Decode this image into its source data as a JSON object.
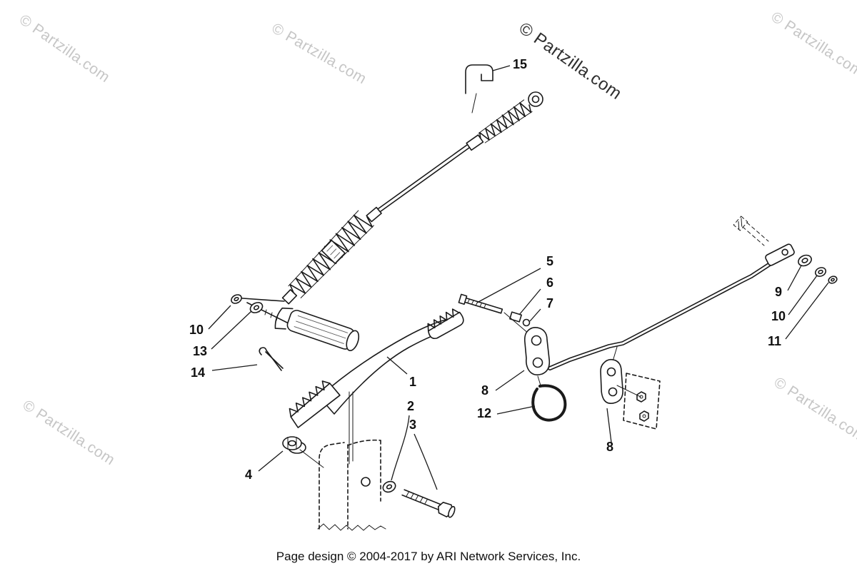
{
  "page": {
    "watermark": "© Partzilla.com",
    "footer": "Page design © 2004-2017 by ARI Network Services, Inc."
  },
  "diagram": {
    "callouts": {
      "c1": "1",
      "c2": "2",
      "c3": "3",
      "c4": "4",
      "c5": "5",
      "c6": "6",
      "c7": "7",
      "c8a": "8",
      "c8b": "8",
      "c9": "9",
      "c10_left": "10",
      "c10_right": "10",
      "c11": "11",
      "c12": "12",
      "c13": "13",
      "c14": "14",
      "c15": "15"
    }
  },
  "colors": {
    "line": "#1a1a1a",
    "watermark_light": "#c6c6c6",
    "watermark_dark": "#2e2e2e",
    "background": "#ffffff"
  }
}
